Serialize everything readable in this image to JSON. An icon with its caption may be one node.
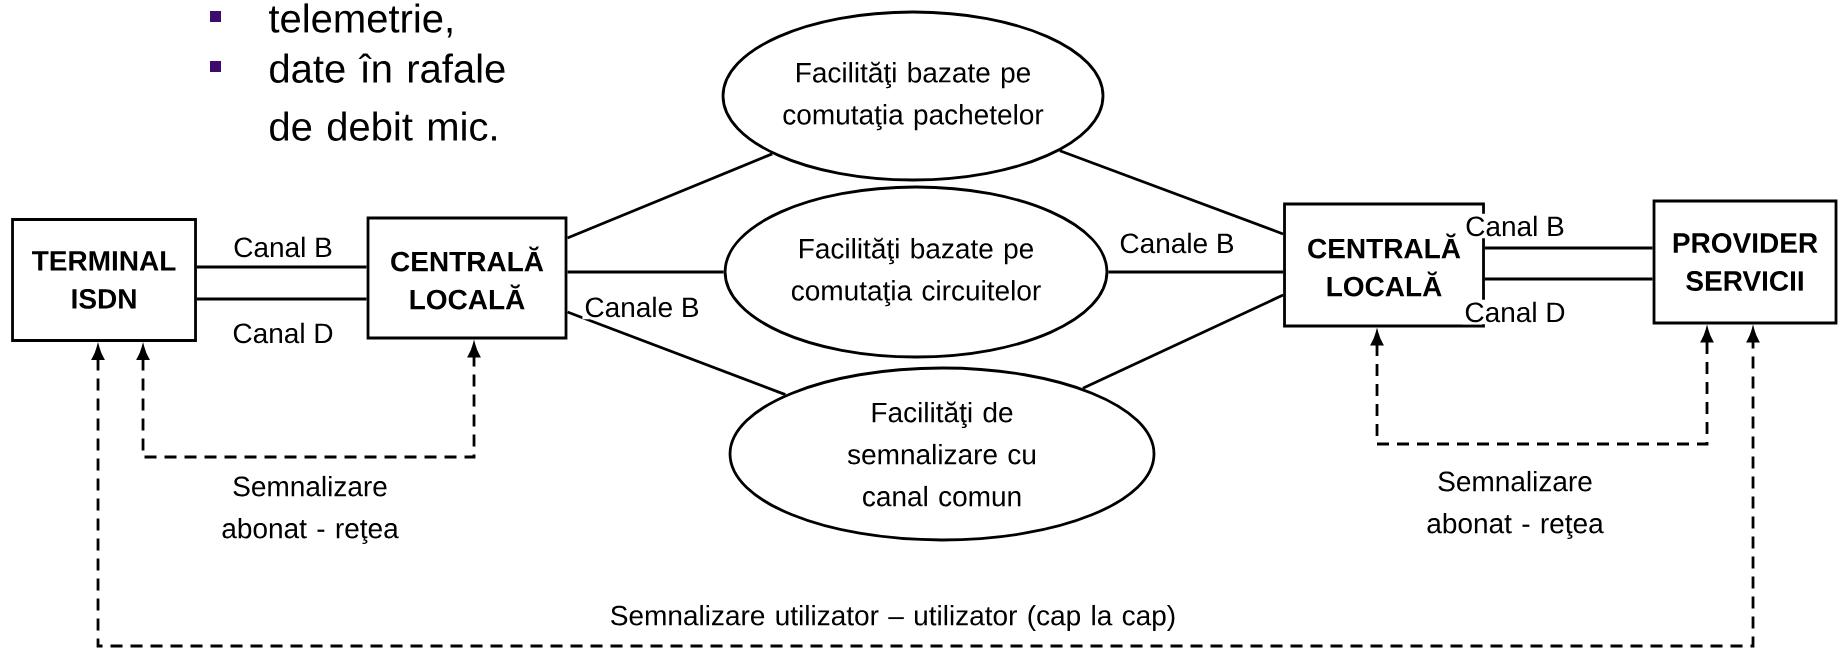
{
  "diagram": {
    "nodes": [
      {
        "text": [
          "TERMINAL ISDN"
        ]
      },
      {
        "text": [
          "CENTRALĂ LOCALĂ"
        ]
      },
      {
        "text": [
          "Facilităţi bazate pe comutaţia pachetelor"
        ]
      },
      {
        "text": [
          "Facilităţi bazate pe comutaţia circuitelor"
        ]
      },
      {
        "text": [
          "Facilităţi de semnalizare cu canal comun"
        ]
      },
      {
        "text": [
          "CENTRALĂ LOCALĂ"
        ]
      },
      {
        "text": [
          "PROVIDER SERVICII"
        ]
      }
    ],
    "edges": [
      {
        "from": 0,
        "to": 1,
        "arrow": "none",
        "label": "Canal B"
      },
      {
        "from": 0,
        "to": 1,
        "arrow": "none",
        "label": "Canal D"
      },
      {
        "from": 1,
        "to": 2,
        "arrow": "none"
      },
      {
        "from": 1,
        "to": 3,
        "arrow": "none",
        "label": "Canale B"
      },
      {
        "from": 1,
        "to": 4,
        "arrow": "none"
      },
      {
        "from": 2,
        "to": 5,
        "arrow": "none"
      },
      {
        "from": 3,
        "to": 5,
        "arrow": "none",
        "label": "Canale B"
      },
      {
        "from": 4,
        "to": 5,
        "arrow": "none"
      },
      {
        "from": 5,
        "to": 6,
        "arrow": "none",
        "label": "Canal B"
      },
      {
        "from": 5,
        "to": 6,
        "arrow": "none",
        "label": "Canal D"
      },
      {
        "from": 0,
        "to": 1,
        "arrow": "both",
        "style": "dashed",
        "label": "Semnalizare abonat - reţea"
      },
      {
        "from": 5,
        "to": 6,
        "arrow": "both",
        "style": "dashed",
        "label": "Semnalizare abonat - reţea"
      },
      {
        "from": 0,
        "to": 6,
        "arrow": "both",
        "style": "dashed",
        "label": "Semnalizare utilizator – utilizator (cap la cap)"
      }
    ],
    "labels": [
      "telemetrie,",
      "date în rafale de debit mic."
    ]
  }
}
